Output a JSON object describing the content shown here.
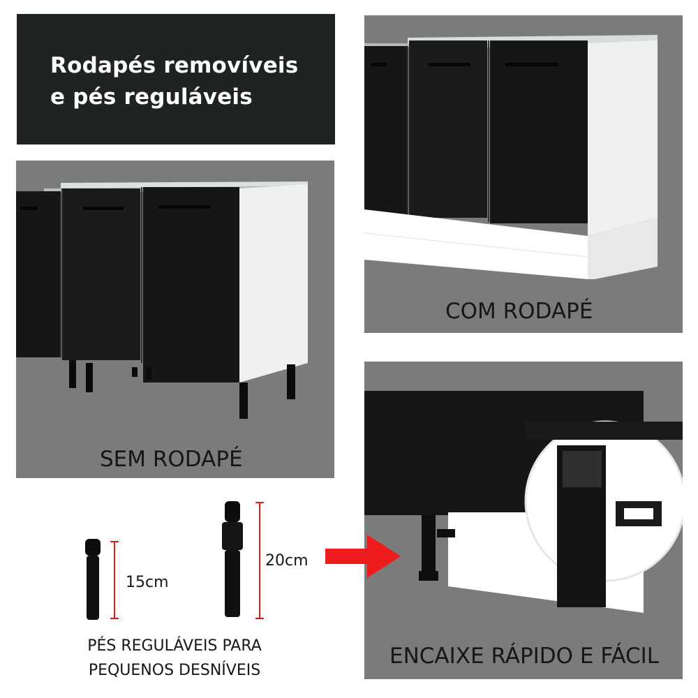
{
  "header": {
    "line1": "Rodapés removíveis",
    "line2": "e pés reguláveis"
  },
  "panels": {
    "with_skirting": {
      "caption": "COM RODAPÉ"
    },
    "without_skirting": {
      "caption": "SEM RODAPÉ"
    },
    "quick_fit": {
      "caption": "ENCAIXE RÁPIDO E FÁCIL"
    }
  },
  "feet": {
    "short_label": "15cm",
    "tall_label": "20cm",
    "description_line1": "PÉS REGULÁVEIS PARA",
    "description_line2": "PEQUENOS DESNÍVEIS"
  },
  "colors": {
    "panel_bg": "#7a7b7b",
    "door": "#151616",
    "carcass": "#f2f3f4",
    "dimension_line": "#d41f1f",
    "arrow": "#ee1c1c",
    "title_bg": "#1f2322"
  }
}
